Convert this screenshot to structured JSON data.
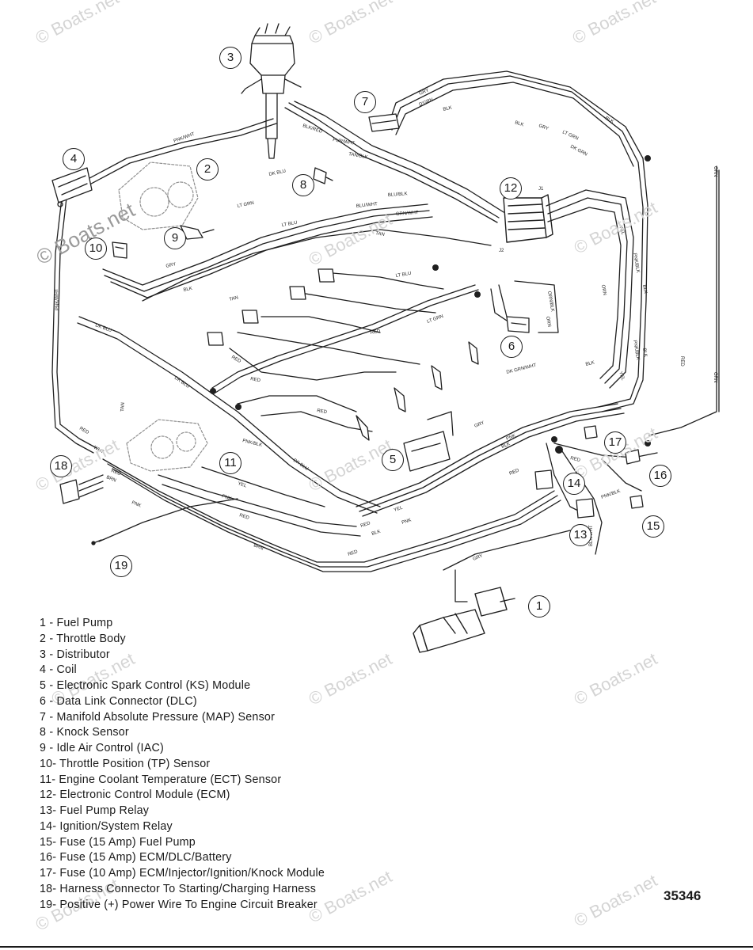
{
  "watermark": {
    "text": "© Boats.net"
  },
  "figure_number": "35346",
  "callouts": [
    "1",
    "2",
    "3",
    "4",
    "5",
    "6",
    "7",
    "8",
    "9",
    "10",
    "11",
    "12",
    "13",
    "14",
    "15",
    "16",
    "17",
    "18",
    "19"
  ],
  "legend": [
    "1  - Fuel Pump",
    "2  - Throttle Body",
    "3  - Distributor",
    "4  - Coil",
    "5  - Electronic Spark Control (KS) Module",
    "6  - Data Link Connector (DLC)",
    "7  - Manifold Absolute Pressure (MAP) Sensor",
    "8  - Knock Sensor",
    "9  - Idle Air Control (IAC)",
    "10- Throttle Position (TP) Sensor",
    "11- Engine Coolant Temperature (ECT) Sensor",
    "12- Electronic Control Module (ECM)",
    "13- Fuel Pump Relay",
    "14- Ignition/System  Relay",
    "15- Fuse (15 Amp) Fuel Pump",
    "16- Fuse (15 Amp) ECM/DLC/Battery",
    "17- Fuse (10 Amp) ECM/Injector/Ignition/Knock  Module",
    "18- Harness Connector To Starting/Charging Harness",
    "19- Positive (+) Power Wire To Engine Circuit Breaker"
  ],
  "wire_labels": {
    "pnk_wht": "PNK/WHT",
    "blk_red": "BLK/RED",
    "pur_wht": "PUR/WHT",
    "tan_blk": "TAN/BLK",
    "dk_blu": "DK BLU",
    "lt_grn": "LT GRN",
    "lt_blu": "LT BLU",
    "blu_wht": "BLU/WHT",
    "grn_wht": "GRN/WHT",
    "blu_blk": "BLU/BLK",
    "gry": "GRY",
    "blk": "BLK",
    "tan": "TAN",
    "yel": "YEL",
    "dk_grn": "DK GRN",
    "red": "RED",
    "pnk": "PNK",
    "pnk_blk": "PNK/BLK",
    "brn": "BRN",
    "blk_wht": "BLK/WHT",
    "wht": "WHT",
    "orn": "ORN",
    "grn": "GRN",
    "dk_blu_vert": "DK BLU",
    "ppl": "PPL",
    "j1": "J1",
    "j2": "J2",
    "dgrn": "D'GRN",
    "dgrn_wht": "DK GRN/WHT",
    "orn_blk": "ORN/BLK"
  }
}
